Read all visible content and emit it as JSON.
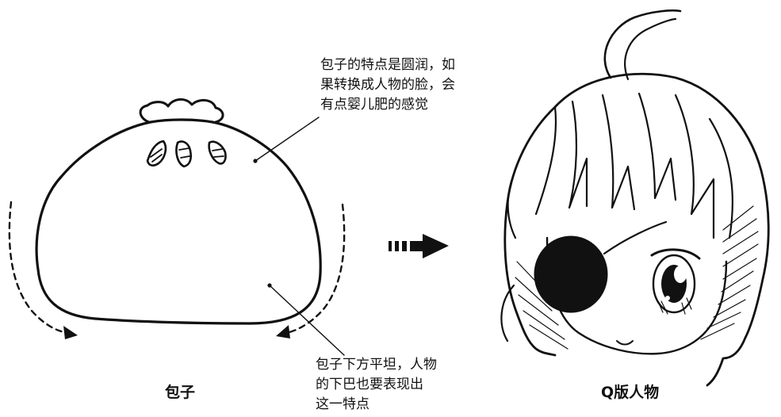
{
  "notes": {
    "top_lines": [
      "包子的特点是圆润，如",
      "果转换成人物的脸，会",
      "有点婴儿肥的感觉"
    ],
    "bottom_lines": [
      "包子下方平坦，人物",
      "的下巴也要表现出",
      "这一特点"
    ]
  },
  "captions": {
    "bun": "包子",
    "character": "Q版人物"
  },
  "icons": {
    "transform_arrow": "right-arrow-icon"
  }
}
